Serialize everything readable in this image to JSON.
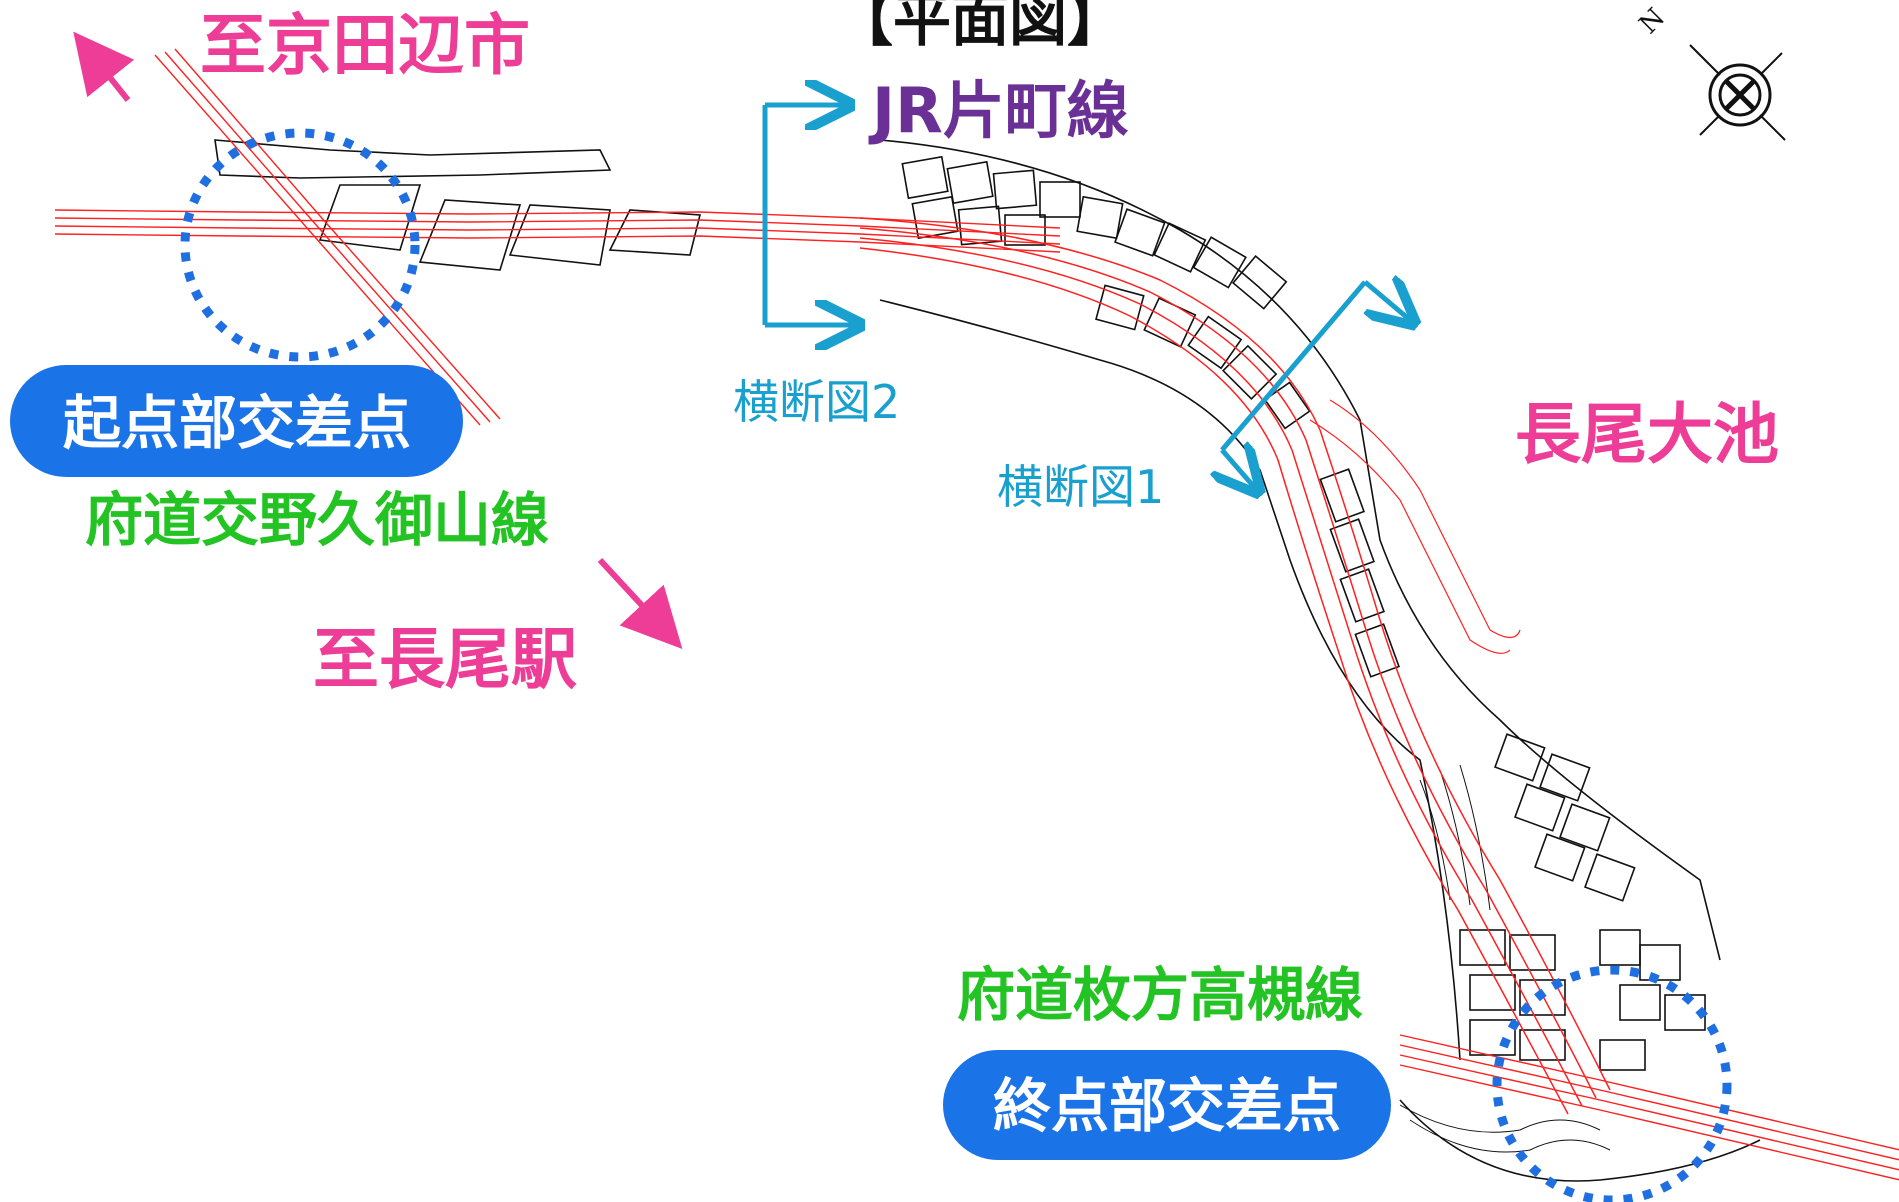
{
  "title": "【平面図】",
  "railway": "JR片町線",
  "pond": "長尾大池",
  "directions": {
    "to_kyotanabe": "至京田辺市",
    "to_nagao_station": "至長尾駅"
  },
  "roads": {
    "start_road": "府道交野久御山線",
    "end_road": "府道枚方高槻線"
  },
  "intersections": {
    "start": "起点部交差点",
    "end": "終点部交差点"
  },
  "sections": {
    "section1": "横断図1",
    "section2": "横断図2"
  },
  "north_mark": "N",
  "colors": {
    "pink": "#ee3d96",
    "green": "#22c323",
    "purple": "#6a3096",
    "cyan": "#1aa0cf",
    "blue": "#1a74e8",
    "red": "#ff2020",
    "intersection_blue": "#1f6fe0"
  }
}
